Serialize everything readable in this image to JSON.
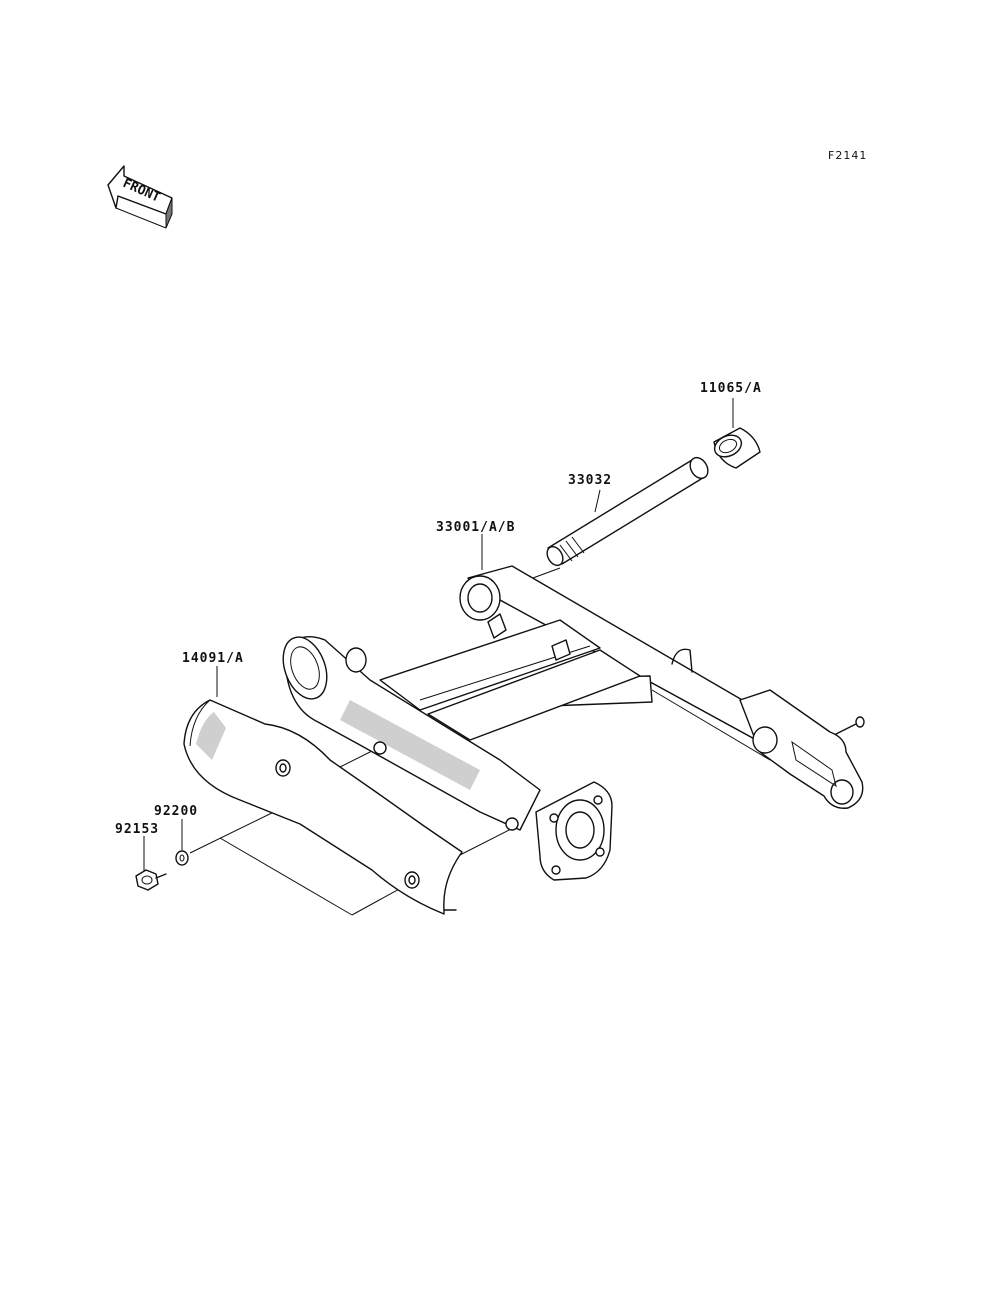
{
  "figure_code": "F2141",
  "front_arrow": {
    "text": "FRONT",
    "icon": "front-arrow-icon"
  },
  "parts": [
    {
      "number": "11065/A",
      "name": "cap"
    },
    {
      "number": "33032",
      "name": "pivot-shaft"
    },
    {
      "number": "33001/A/B",
      "name": "swingarm"
    },
    {
      "number": "14091/A",
      "name": "cover"
    },
    {
      "number": "92200",
      "name": "washer"
    },
    {
      "number": "92153",
      "name": "bolt"
    }
  ]
}
